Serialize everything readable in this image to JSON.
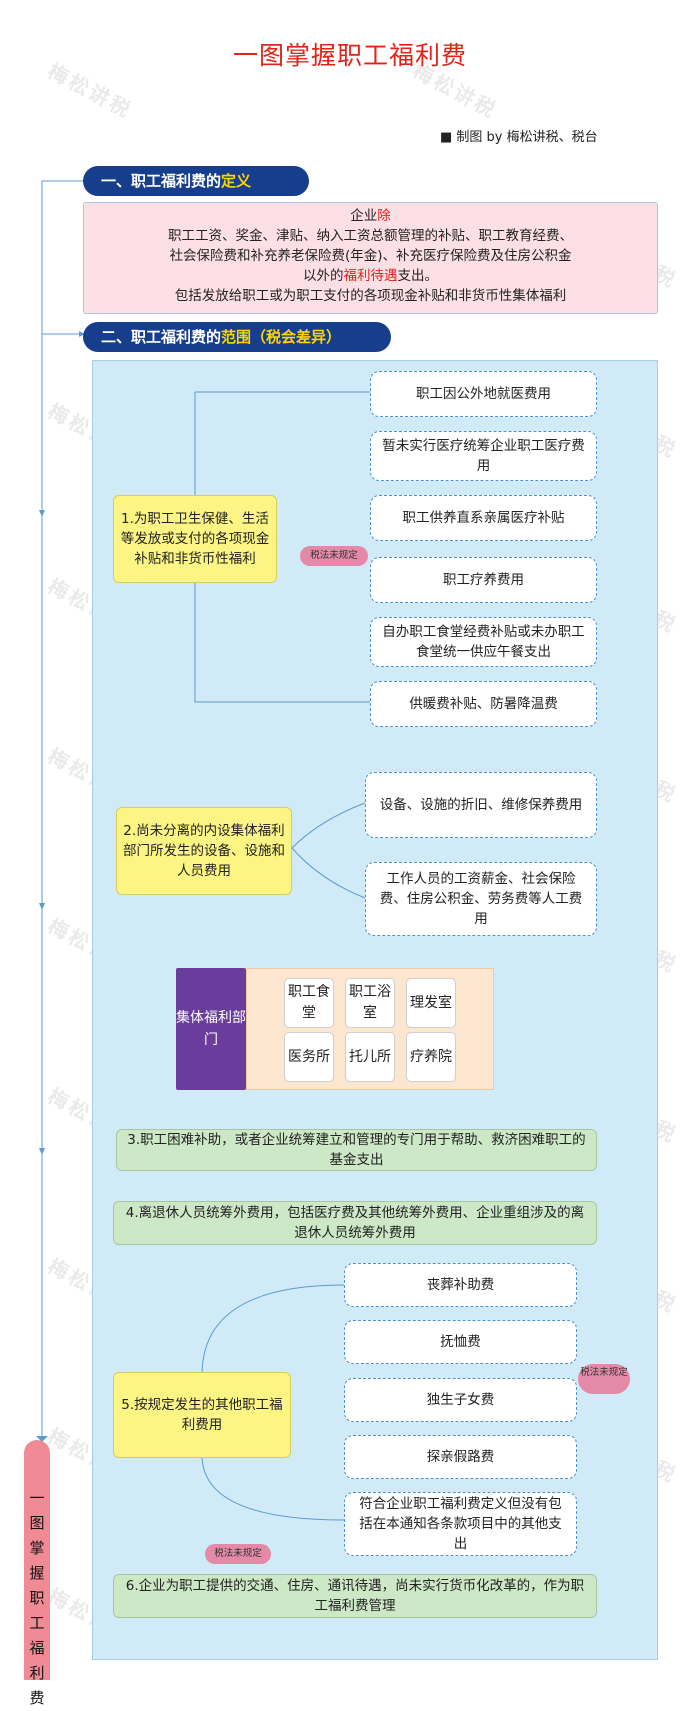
{
  "title": "一图掌握职工福利费",
  "credit": "■ 制图 by 梅松讲税、税台",
  "watermark": "梅松讲税",
  "sidebar_label": "一图掌握职工福利费",
  "section1": {
    "prefix": "一、职工福利费的",
    "highlight": "定义"
  },
  "definition": {
    "line1_prefix": "企业",
    "line1_red": "除",
    "line2": "职工工资、奖金、津贴、纳入工资总额管理的补贴、职工教育经费、",
    "line3": "社会保险费和补充养老保险费(年金)、补充医疗保险费及住房公积金",
    "line4_prefix": "以外的",
    "line4_red": "福利待遇",
    "line4_suffix": "支出。",
    "line5": "包括发放给职工或为职工支付的各项现金补贴和非货币性集体福利"
  },
  "section2": {
    "prefix": "二、职工福利费的",
    "highlight": "范围（税会差异）"
  },
  "item1": {
    "label": "1.为职工卫生保健、生活等发放或支付的各项现金补贴和非货币性福利",
    "children": [
      "职工因公外地就医费用",
      "暂未实行医疗统筹企业职工医疗费用",
      "职工供养直系亲属医疗补贴",
      "职工疗养费用",
      "自办职工食堂经费补贴或未办职工食堂统一供应午餐支出",
      "供暖费补贴、防暑降温费"
    ],
    "tag": "税法未规定"
  },
  "item2": {
    "label": "2.尚未分离的内设集体福利部门所发生的设备、设施和人员费用",
    "children": [
      "设备、设施的折旧、维修保养费用",
      "工作人员的工资薪金、社会保险费、住房公积金、劳务费等人工费用"
    ]
  },
  "dept": {
    "label": "集体福利部门",
    "cells": [
      "职工食堂",
      "职工浴室",
      "理发室",
      "医务所",
      "托儿所",
      "疗养院"
    ]
  },
  "item3": {
    "label": "3.职工困难补助，或者企业统筹建立和管理的专门用于帮助、救济困难职工的基金支出"
  },
  "item4": {
    "label": "4.离退休人员统筹外费用，包括医疗费及其他统筹外费用、企业重组涉及的离退休人员统筹外费用"
  },
  "item5": {
    "label": "5.按规定发生的其他职工福利费用",
    "children": [
      "丧葬补助费",
      "抚恤费",
      "独生子女费",
      "探亲假路费",
      "符合企业职工福利费定义但没有包括在本通知各条款项目中的其他支出"
    ],
    "tag": "税法未规定"
  },
  "item6": {
    "label": "6.企业为职工提供的交通、住房、通讯待遇，尚未实行货币化改革的，作为职工福利费管理",
    "tag": "税法未规定"
  }
}
